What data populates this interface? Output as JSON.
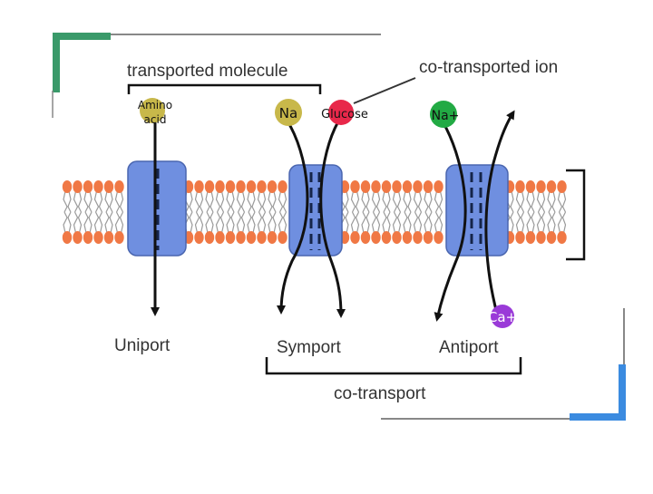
{
  "labels": {
    "transported_molecule": "transported molecule",
    "co_transported_ion": "co-transported ion",
    "amino_acid_line1": "Amino",
    "amino_acid_line2": "acid",
    "na_symport": "Na",
    "glucose": "Glucose",
    "na_antiport": "Na+",
    "ca": "Ca+",
    "uniport": "Uniport",
    "symport": "Symport",
    "antiport": "Antiport",
    "co_transport": "co-transport"
  },
  "colors": {
    "accent_green": "#3a9a6a",
    "accent_blue": "#3b8be0",
    "lipid_head": "#f07845",
    "lipid_tail": "#9a9a9a",
    "channel": "#6f8fe0",
    "amino_acid": "#c8b84a",
    "sodium_symport": "#c8b84a",
    "glucose": "#e8284a",
    "sodium_antiport": "#22aa44",
    "calcium": "#9a3ad8"
  }
}
